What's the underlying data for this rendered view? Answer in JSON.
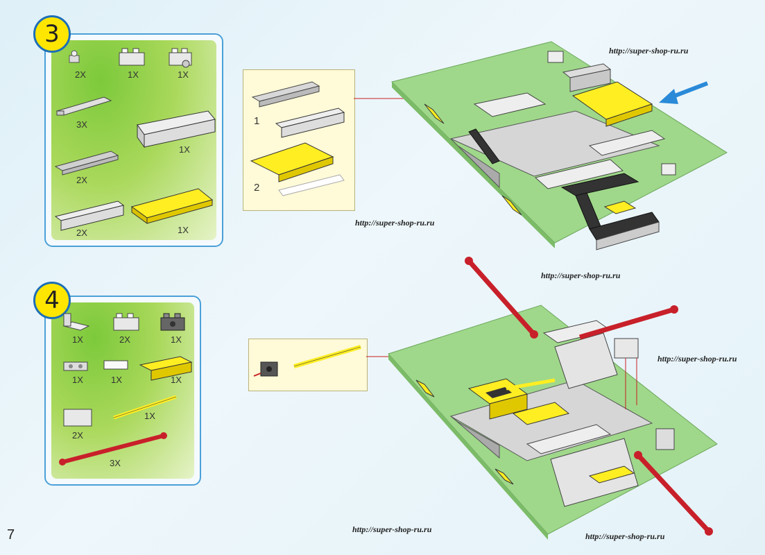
{
  "page_number": "7",
  "step3": {
    "number": "3",
    "parts": [
      {
        "qty": "2X"
      },
      {
        "qty": "1X"
      },
      {
        "qty": "1X"
      },
      {
        "qty": "3X"
      },
      {
        "qty": "1X"
      },
      {
        "qty": "2X"
      },
      {
        "qty": "2X"
      },
      {
        "qty": "1X"
      }
    ],
    "substeps": [
      "1",
      "2"
    ]
  },
  "step4": {
    "number": "4",
    "parts": [
      {
        "qty": "1X"
      },
      {
        "qty": "2X"
      },
      {
        "qty": "1X"
      },
      {
        "qty": "1X"
      },
      {
        "qty": "1X"
      },
      {
        "qty": "1X"
      },
      {
        "qty": "2X"
      },
      {
        "qty": "1X"
      },
      {
        "qty": "3X"
      }
    ]
  },
  "watermarks": [
    "http://super-shop-ru.ru",
    "http://super-shop-ru.ru",
    "http://super-shop-ru.ru",
    "http://super-shop-ru.ru",
    "http://super-shop-ru.ru",
    "http://super-shop-ru.ru"
  ],
  "colors": {
    "baseplate": "#9fd88a",
    "brick_grey": "#c8c8c8",
    "brick_white": "#eeeeee",
    "brick_yellow": "#ffee22",
    "brick_black": "#333333",
    "axle_red": "#c8202a",
    "arrow_blue": "#2a8ad8",
    "panel_border": "#4aa0d8"
  }
}
